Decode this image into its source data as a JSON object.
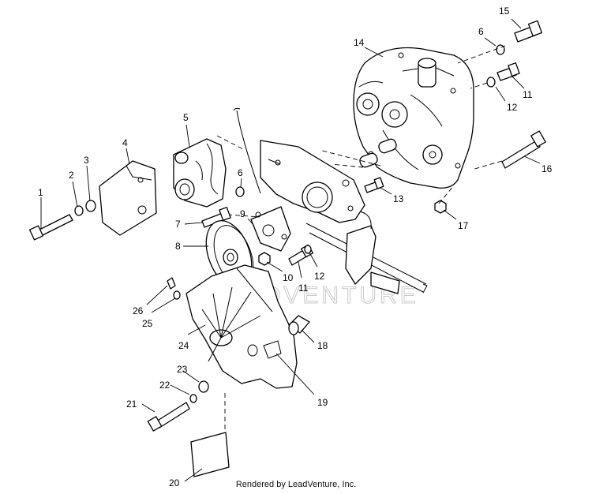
{
  "labels": [
    "1",
    "2",
    "3",
    "4",
    "5",
    "6",
    "7",
    "8",
    "9",
    "10",
    "11",
    "12",
    "13",
    "14",
    "15",
    "16",
    "17",
    "18",
    "19",
    "20",
    "21",
    "22",
    "23",
    "24",
    "25",
    "26"
  ],
  "credit": "Rendered by LeadVenture, Inc.",
  "watermark": "LEADVENTURE"
}
